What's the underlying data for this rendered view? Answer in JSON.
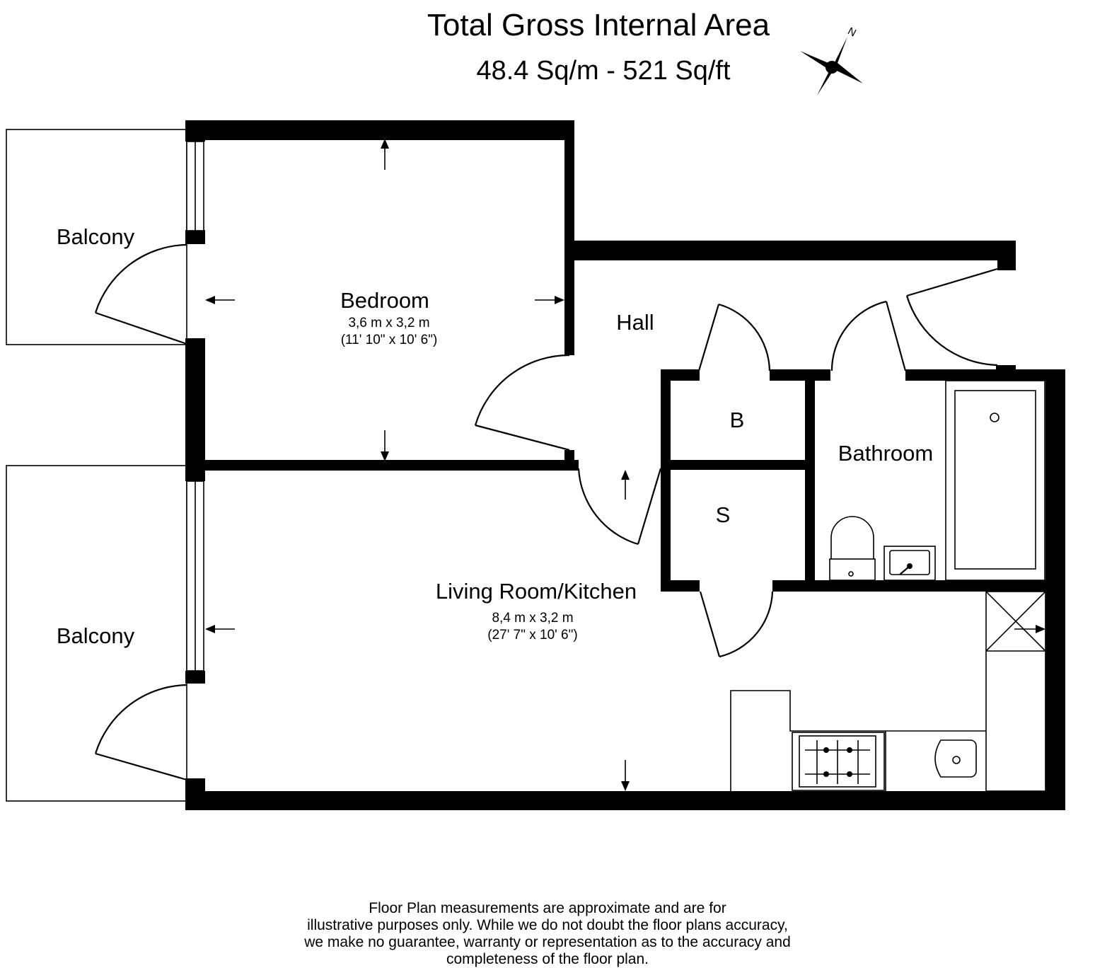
{
  "header": {
    "title": "Total Gross Internal Area",
    "area": "48.4 Sq/m - 521 Sq/ft",
    "compass_letter": "N"
  },
  "rooms": {
    "balcony_top": {
      "name": "Balcony"
    },
    "balcony_bottom": {
      "name": "Balcony"
    },
    "bedroom": {
      "name": "Bedroom",
      "dim_m": "3,6 m x 3,2 m",
      "dim_ft": "(11' 10\" x 10' 6\")"
    },
    "hall": {
      "name": "Hall"
    },
    "store_b": {
      "name": "B"
    },
    "store_s": {
      "name": "S"
    },
    "bathroom": {
      "name": "Bathroom"
    },
    "living": {
      "name": "Living Room/Kitchen",
      "dim_m": "8,4 m x 3,2 m",
      "dim_ft": "(27' 7\" x 10' 6\")"
    }
  },
  "disclaimer": {
    "line1": "Floor Plan measurements are approximate and are for",
    "line2": "illustrative purposes only.  While we do not doubt the floor plans accuracy,",
    "line3": "we make no guarantee, warranty or representation as to the accuracy and",
    "line4": "completeness of the floor plan."
  },
  "icons": {
    "compass": "compass-rose-icon",
    "hob": "hob-icon",
    "sink": "sink-icon",
    "bath": "bathtub-icon",
    "toilet": "toilet-icon",
    "basin": "basin-icon"
  }
}
